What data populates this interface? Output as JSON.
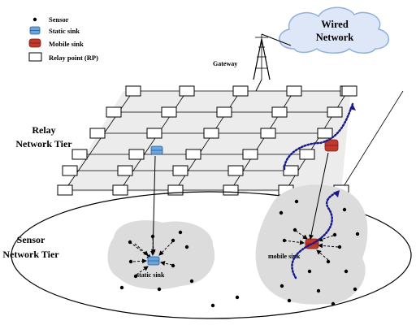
{
  "legend": {
    "sensor": "Sensor",
    "static_sink": "Static sink",
    "mobile_sink": "Mobile sink",
    "relay_point": "Relay point (RP)"
  },
  "cloud": {
    "line1": "Wired",
    "line2": "Network"
  },
  "gateway_label": "Gateway",
  "relay_tier": {
    "line1": "Relay",
    "line2": "Network Tier"
  },
  "sensor_tier": {
    "line1": "Sensor",
    "line2": "Network Tier"
  },
  "static_sink_label": "static sink",
  "mobile_sink_label": "mobile sink",
  "colors": {
    "cloud_fill": "#dde7f7",
    "cloud_stroke": "#8fb0dd",
    "relay_plane": "#ececec",
    "region_fill": "#dcdcdc",
    "mobile_sink": "#c0392b",
    "static_sink": "#6aa6dc",
    "trajectory": "#1a1a8c"
  }
}
